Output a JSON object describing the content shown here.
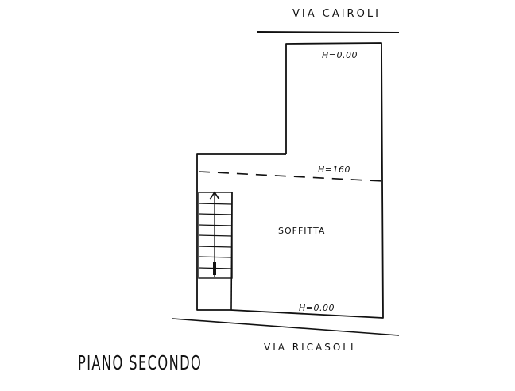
{
  "drawing": {
    "title": "PIANO SECONDO",
    "streets": {
      "top": "VIA CAIROLI",
      "bottom": "VIA RICASOLI"
    },
    "room": {
      "name": "SOFFITTA"
    },
    "heights": {
      "top": "H=0.00",
      "middle": "H=160",
      "bottom": "H=0.00"
    },
    "stair": {
      "treads": 8,
      "direction": "up"
    },
    "line_color": "#111111",
    "background": "#ffffff"
  }
}
